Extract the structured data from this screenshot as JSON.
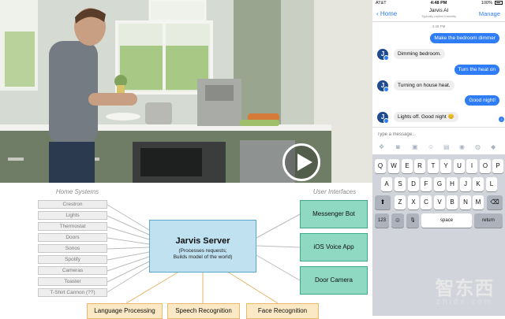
{
  "video": {
    "play_label": "Play"
  },
  "phone": {
    "status": {
      "carrier": "AT&T",
      "time": "4:48 PM",
      "battery": "100%"
    },
    "nav": {
      "back_label": "Home",
      "title": "Jarvis AI",
      "subtitle": "Typically replies instantly",
      "manage_label": "Manage"
    },
    "chat_time": "4:48 PM",
    "messages": [
      {
        "from": "user",
        "text": "Make the bedroom dimmer"
      },
      {
        "from": "jarvis",
        "text": "Dimming bedroom."
      },
      {
        "from": "user",
        "text": "Turn the heat on"
      },
      {
        "from": "jarvis",
        "text": "Turning on house heat."
      },
      {
        "from": "user",
        "text": "Good night!"
      },
      {
        "from": "jarvis",
        "text": "Lights off. Good night 😊"
      }
    ],
    "avatar_letter": "J",
    "composer": {
      "placeholder": "Type a message..."
    },
    "keyboard": {
      "row1": [
        "Q",
        "W",
        "E",
        "R",
        "T",
        "Y",
        "U",
        "I",
        "O",
        "P"
      ],
      "row2": [
        "A",
        "S",
        "D",
        "F",
        "G",
        "H",
        "J",
        "K",
        "L"
      ],
      "row3": [
        "Z",
        "X",
        "C",
        "V",
        "B",
        "N",
        "M"
      ],
      "numbers_label": "123",
      "space_label": "space",
      "return_label": "return",
      "shift_glyph": "⬆",
      "delete_glyph": "⌫",
      "emoji_glyph": "☺",
      "mic_glyph": "🎙"
    }
  },
  "watermark": {
    "main": "智东西",
    "sub": "zhidx.com"
  },
  "diagram": {
    "home_systems_title": "Home Systems",
    "home_systems": [
      "Crestron",
      "Lights",
      "Thermostat",
      "Doors",
      "Sonos",
      "Spotify",
      "Cameras",
      "Toaster",
      "T-Shirt Cannon (??)"
    ],
    "server_title": "Jarvis Server",
    "server_subtitle_1": "(Processes requests;",
    "server_subtitle_2": "Builds model of the world)",
    "user_interfaces_title": "User Interfaces",
    "user_interfaces": [
      "Messenger Bot",
      "iOS Voice App",
      "Door Camera"
    ],
    "services": [
      "Language Processing",
      "Speech Recognition",
      "Face Recognition"
    ]
  },
  "colors": {
    "messenger_blue": "#2e7cf6",
    "server_fill": "#bfe1f0",
    "ui_fill": "#8fd8c2",
    "service_fill": "#fbe8c4",
    "home_fill": "#eeeeee"
  }
}
